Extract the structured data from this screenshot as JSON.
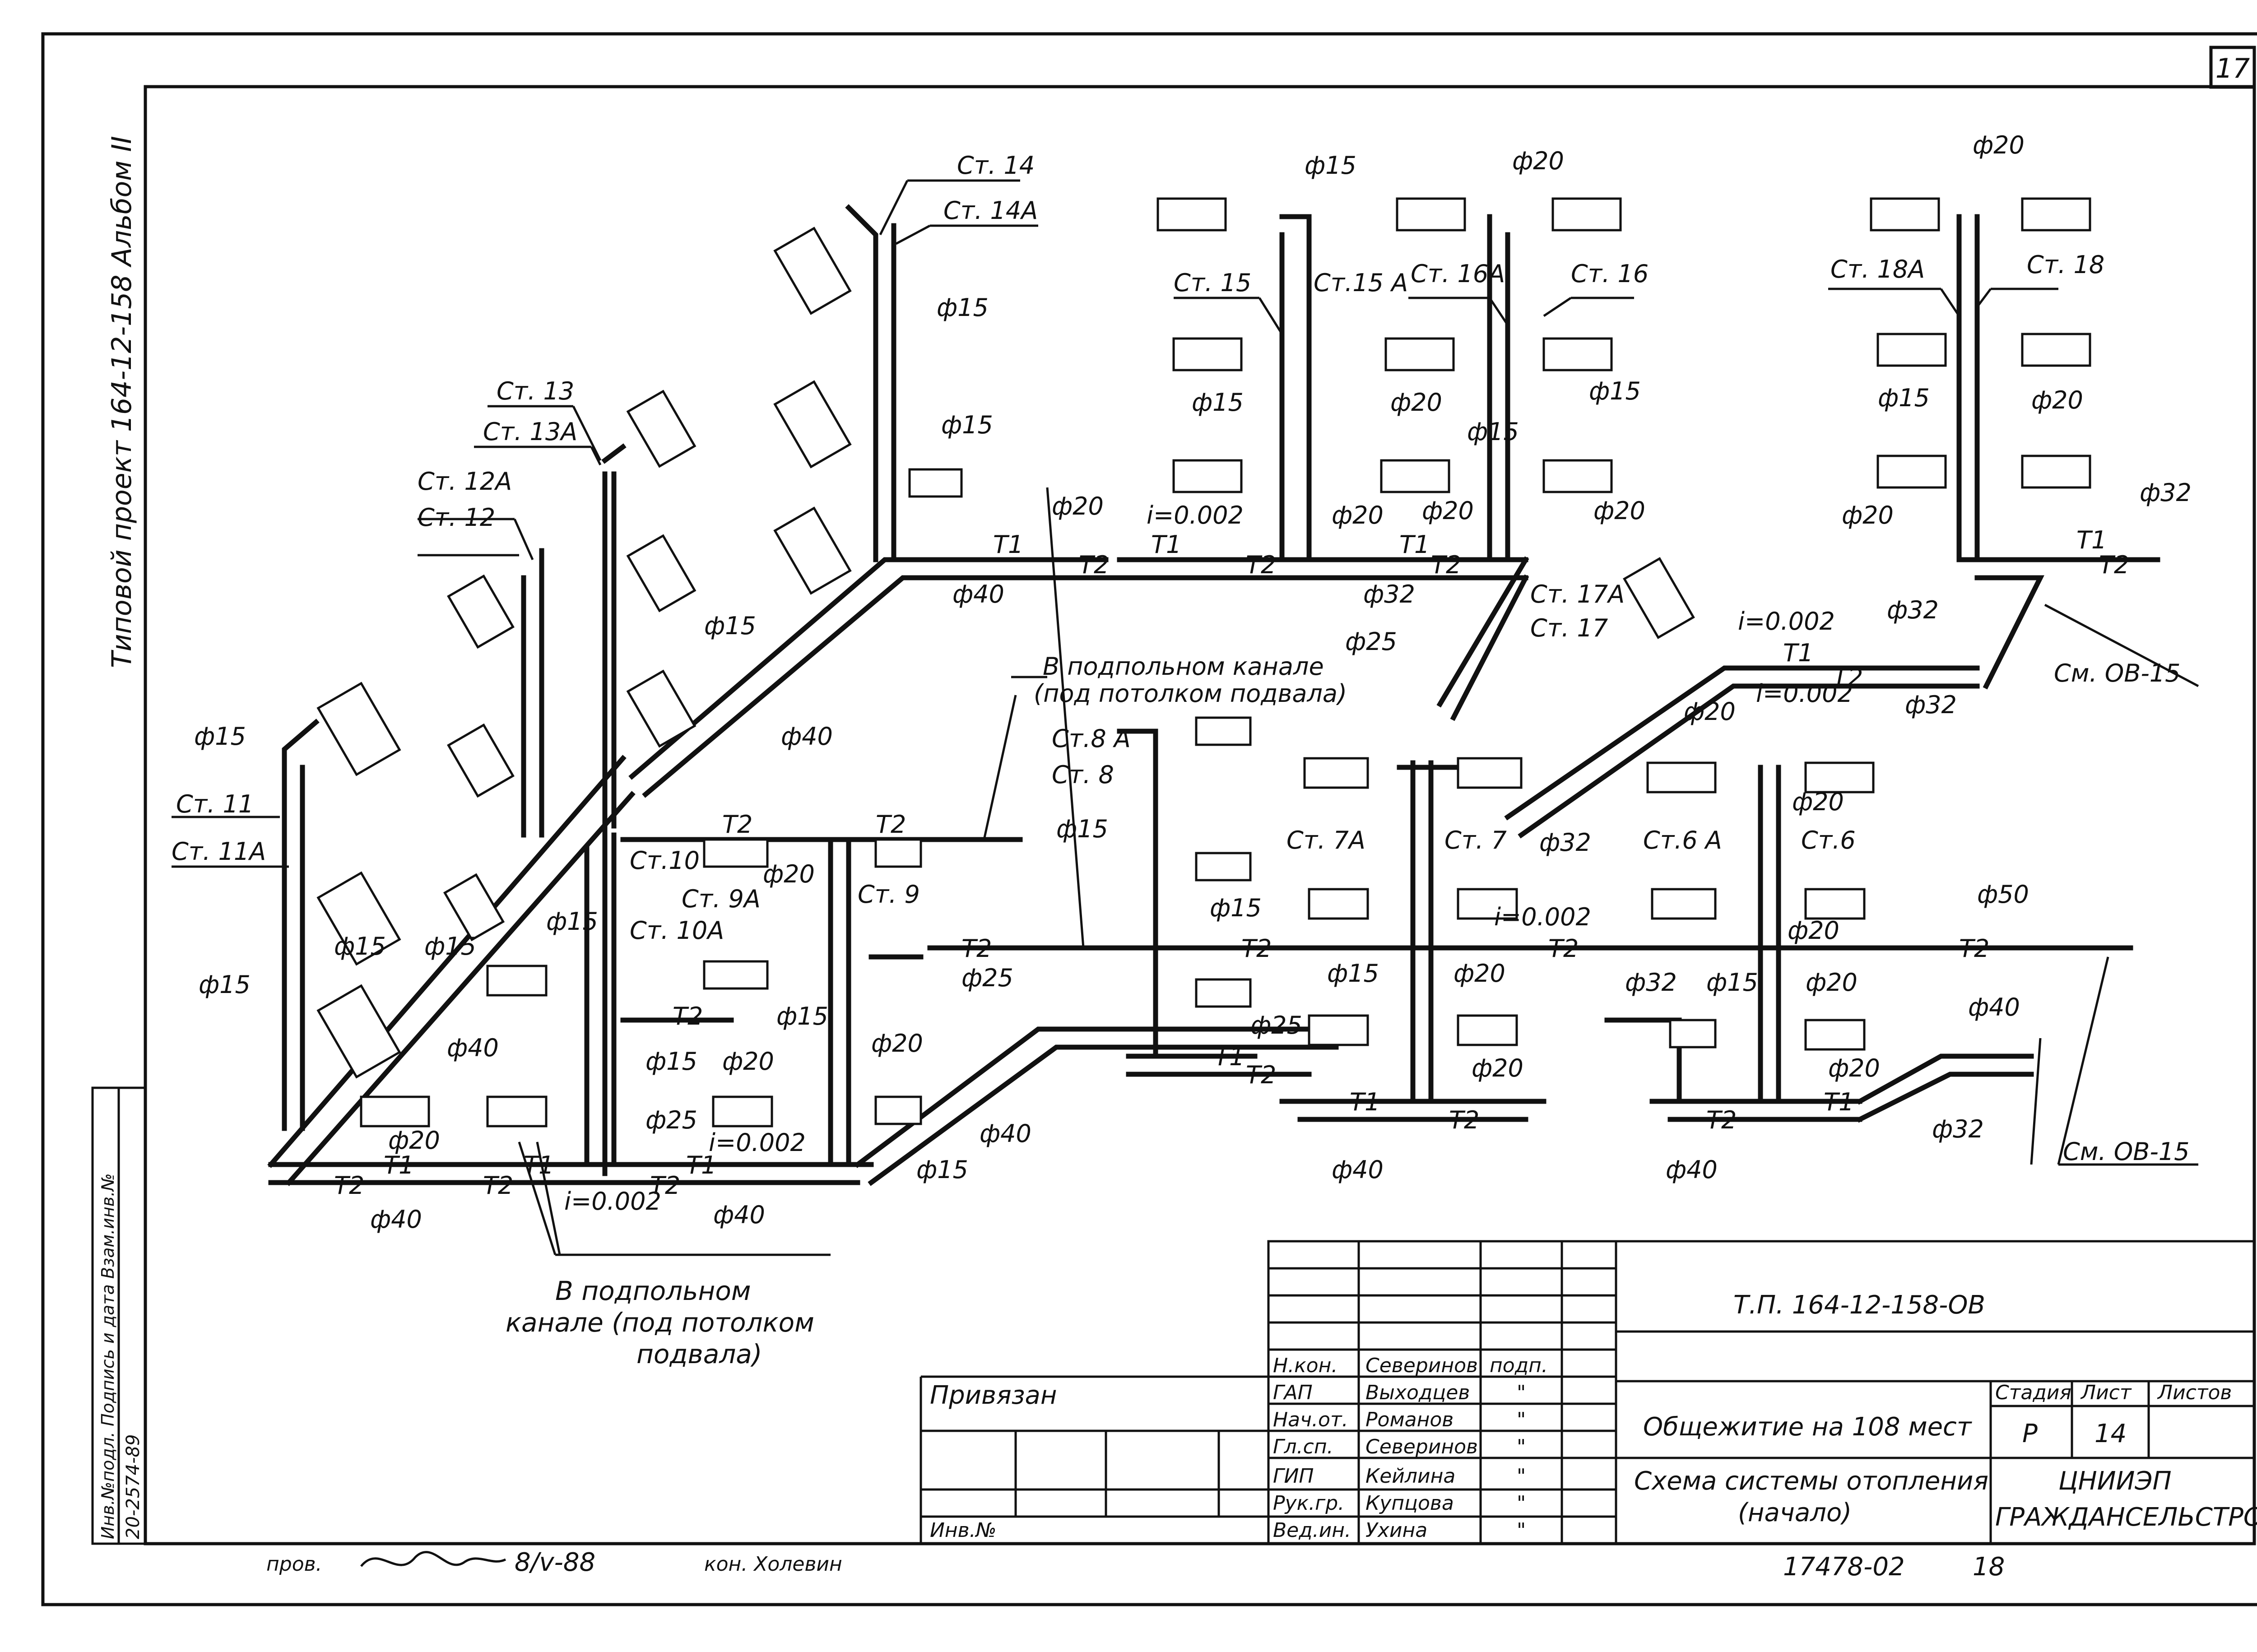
{
  "sheet": {
    "sheet_number": "17",
    "side_title": "Типовой проект 164-12-158 Альбом II",
    "left_stamp": {
      "col1": "Инв.№подл. Подпись и дата Взам.инв.№",
      "col2": "20-2574-89"
    }
  },
  "risers": {
    "st11": "Ст. 11",
    "st11a": "Ст. 11А",
    "st12": "Ст. 12",
    "st12a": "Ст. 12А",
    "st13": "Ст. 13",
    "st13a": "Ст. 13А",
    "st14": "Ст. 14",
    "st14a": "Ст. 14А",
    "st15": "Ст. 15",
    "st15a": "Ст.15 А",
    "st16": "Ст. 16",
    "st16a": "Ст. 16А",
    "st18": "Ст. 18",
    "st18a": "Ст. 18А",
    "st17": "Ст. 17",
    "st17a": "Ст. 17А",
    "st10": "Ст.10",
    "st10a": "Ст. 10А",
    "st9": "Ст. 9",
    "st9a": "Ст. 9А",
    "st8": "Ст. 8",
    "st8a": "Ст.8 А",
    "st7": "Ст. 7",
    "st7a": "Ст. 7А",
    "st6": "Ст.6",
    "st6a": "Ст.6 А"
  },
  "diameters": {
    "d15": "ф15",
    "d20": "ф20",
    "d25": "ф25",
    "d32": "ф32",
    "d40": "ф40",
    "d50": "ф50"
  },
  "pipe_labels": {
    "t1": "Т1",
    "t2": "Т2",
    "slope": "i=0.002"
  },
  "notes": {
    "channel_top_1": "В подпольном канале",
    "channel_top_2": "(под потолком подвала)",
    "channel_bottom_1": "В подпольном",
    "channel_bottom_2": "канале (под потолком",
    "channel_bottom_3": "подвала)",
    "see_ov15": "См. ОВ-15"
  },
  "title_block": {
    "code": "Т.П. 164-12-158-ОВ",
    "bound": "Привязан",
    "inv_no": "Инв.№",
    "building": "Общежитие на 108 мест",
    "drawing_title_1": "Схема системы отопления",
    "drawing_title_2": "(начало)",
    "stage_header": "Стадия",
    "sheet_header": "Лист",
    "sheets_header": "Листов",
    "stage": "Р",
    "sheet": "14",
    "org_1": "ЦНИИЭП",
    "org_2": "ГРАЖДАНСЕЛЬСТРОЙ",
    "roles": [
      {
        "role": "Н.кон.",
        "name": "Северинов",
        "sign": "подп."
      },
      {
        "role": "ГАП",
        "name": "Выходцев",
        "sign": "\""
      },
      {
        "role": "Нач.от.",
        "name": "Романов",
        "sign": "\""
      },
      {
        "role": "Гл.сп.",
        "name": "Северинов",
        "sign": "\""
      },
      {
        "role": "ГИП",
        "name": "Кейлина",
        "sign": "\""
      },
      {
        "role": "Рук.гр.",
        "name": "Купцова",
        "sign": "\""
      },
      {
        "role": "Вед.ин.",
        "name": "Ухина",
        "sign": "\""
      }
    ],
    "footer_left": "пров.",
    "footer_date": "8/v-88",
    "footer_mid": "кон. Холевин",
    "archive_no": "17478-02",
    "archive_page": "18"
  }
}
